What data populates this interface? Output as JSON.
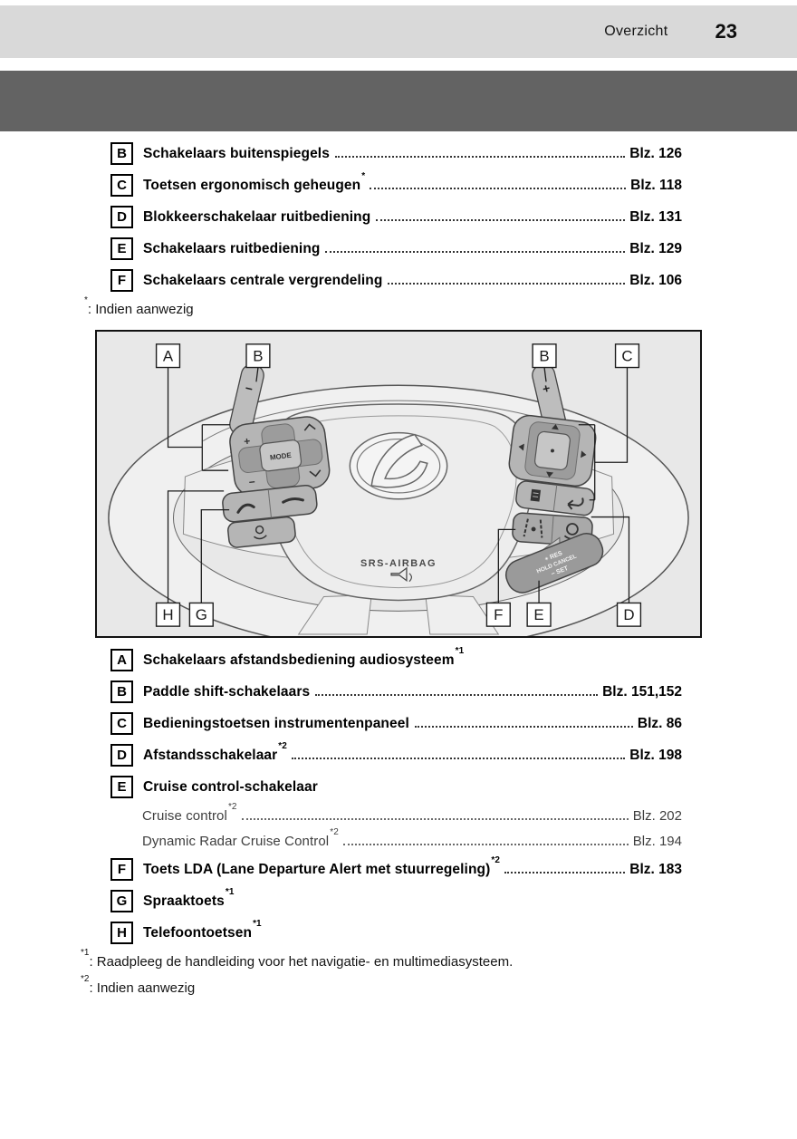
{
  "header": {
    "section": "Overzicht",
    "page_number": "23"
  },
  "top_list": {
    "items": [
      {
        "letter": "B",
        "label": "Schakelaars buitenspiegels",
        "sup": "",
        "page": "Blz. 126"
      },
      {
        "letter": "C",
        "label": "Toetsen ergonomisch geheugen",
        "sup": "*",
        "page": "Blz. 118"
      },
      {
        "letter": "D",
        "label": "Blokkeerschakelaar ruitbediening",
        "sup": "",
        "page": "Blz. 131"
      },
      {
        "letter": "E",
        "label": "Schakelaars ruitbediening",
        "sup": "",
        "page": "Blz. 129"
      },
      {
        "letter": "F",
        "label": "Schakelaars centrale vergrendeling",
        "sup": "",
        "page": "Blz. 106"
      }
    ],
    "footnote": {
      "sup": "*",
      "text": ":  Indien aanwezig"
    }
  },
  "figure": {
    "callouts": [
      "A",
      "B",
      "B",
      "C",
      "H",
      "G",
      "F",
      "E",
      "D"
    ],
    "srs_label": "SRS-AIRBAG",
    "mode_label": "MODE",
    "vol_plus": "+",
    "vol_minus": "−",
    "paddle_plus": "+",
    "paddle_minus": "−",
    "stalk_lines": [
      "+ RES",
      "HOLD CANCEL",
      "− SET"
    ]
  },
  "bottom_list": {
    "items": [
      {
        "letter": "A",
        "label": "Schakelaars afstandsbediening audiosysteem",
        "sup": "*1",
        "page": ""
      },
      {
        "letter": "B",
        "label": "Paddle shift-schakelaars",
        "sup": "",
        "page": "Blz. 151,152"
      },
      {
        "letter": "C",
        "label": "Bedieningstoetsen instrumentenpaneel",
        "sup": "",
        "page": "Blz. 86"
      },
      {
        "letter": "D",
        "label": "Afstandsschakelaar",
        "sup": "*2",
        "page": "Blz. 198"
      },
      {
        "letter": "E",
        "label": "Cruise control-schakelaar",
        "sup": "",
        "page": ""
      },
      {
        "letter": "F",
        "label": "Toets LDA (Lane Departure Alert met stuurregeling)",
        "sup": "*2",
        "page": "Blz. 183"
      },
      {
        "letter": "G",
        "label": "Spraaktoets",
        "sup": "*1",
        "page": ""
      },
      {
        "letter": "H",
        "label": "Telefoontoetsen",
        "sup": "*1",
        "page": ""
      }
    ],
    "cruise_sub_items": [
      {
        "label": "Cruise control",
        "sup": "*2",
        "page": "Blz. 202"
      },
      {
        "label": "Dynamic Radar Cruise Control",
        "sup": "*2",
        "page": "Blz. 194"
      }
    ],
    "footnotes": [
      {
        "sup": "*1",
        "text": ":  Raadpleeg de handleiding voor het navigatie- en multimediasysteem."
      },
      {
        "sup": "*2",
        "text": ":  Indien aanwezig"
      }
    ]
  }
}
